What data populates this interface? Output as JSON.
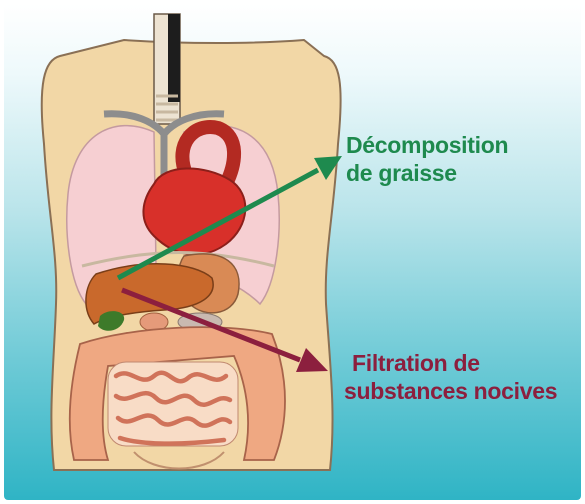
{
  "annotations": {
    "fat": {
      "line1": "Décomposition",
      "line2": "de graisse",
      "color": "#1e8a4e"
    },
    "filtration": {
      "line1": "Filtration de",
      "line2": "substances nocives",
      "color": "#8c1f3e"
    }
  },
  "colors": {
    "torso": "#f2d7a6",
    "torso_outline": "#8a7055",
    "lungs": "#f6cfd2",
    "heart": "#d8302a",
    "liver": "#c9692c",
    "intestine": "#efa882",
    "gallbladder": "#3d7a2a"
  }
}
